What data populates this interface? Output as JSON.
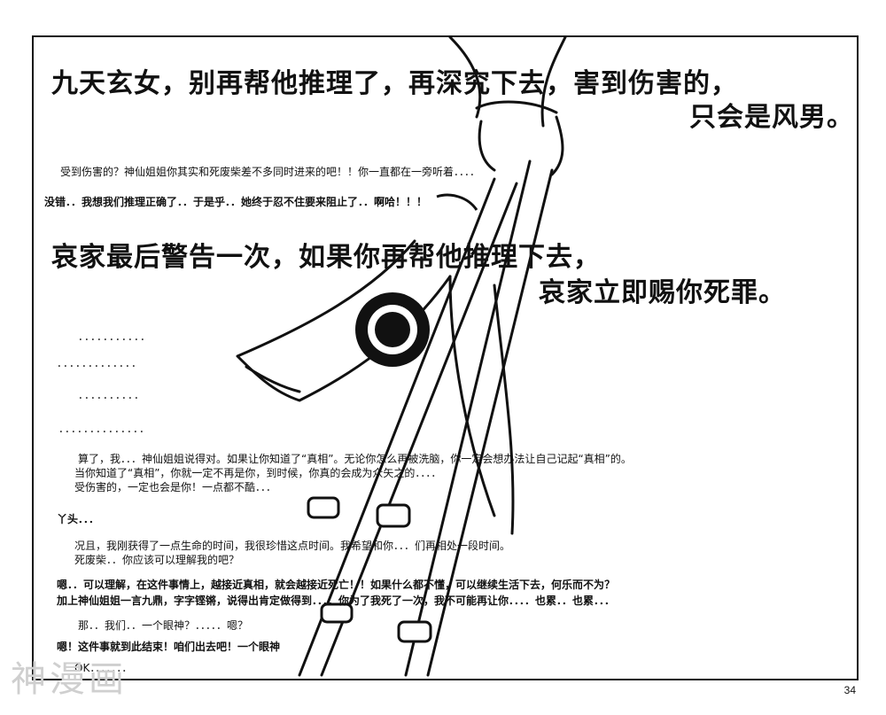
{
  "headline": {
    "line1": "九天玄女，别再帮他推理了，再深究下去，害到伤害的，",
    "line2": "只会是风男。"
  },
  "dialogue": {
    "q1": "受到伤害的？神仙姐姐你其实和死废柴差不多同时进来的吧！！你一直都在一旁听着．．．．",
    "a1": "没错．．我想我们推理正确了．．于是乎．．她终于忍不住要来阻止了．．啊哈！！！",
    "warning_line1": "哀家最后警告一次，如果你再帮他推理下去，",
    "warning_line2": "哀家立即赐你死罪。",
    "dots1": "．．．．．．．．．．．",
    "dots2": "．．．．．．．．．．．．．",
    "dots3": "．．．．．．．．．．",
    "dots4": "．．．．．．．．．．．．．．",
    "p1_line1": "算了，我．．．神仙姐姐说得对。如果让你知道了“真相”。无论你怎么再被洗脑，你一定会想办法让自己记起“真相”的。",
    "p1_line2": "当你知道了“真相”，你就一定不再是你，到时候，你真的会成为众矢之的．．．．",
    "p1_line3": "受伤害的，一定也会是你！一点都不酷．．．",
    "yatou": "丫头．．．",
    "p2_line1": "况且，我刚获得了一点生命的时间，我很珍惜这点时间。我希望和你．．．们再相处一段时间。",
    "p2_line2": "死废柴．．你应该可以理解我的吧？",
    "p3_line1": "嗯．．可以理解，在这件事情上，越接近真相，就会越接近死亡！！如果什么都不懂，可以继续生活下去，何乐而不为？",
    "p3_line2": "加上神仙姐姐一言九鼎，字字铿锵，说得出肯定做得到．．．．你为了我死了一次，我不可能再让你．．．．也累．．也累．．．",
    "p4": "那．．我们．．一个眼神？．．．．．嗯？",
    "p5": "嗯！这件事就到此结束！咱们出去吧！一个眼神",
    "ok": "OK．．．．．．．"
  },
  "page_number": "34",
  "watermark": "神漫画"
}
